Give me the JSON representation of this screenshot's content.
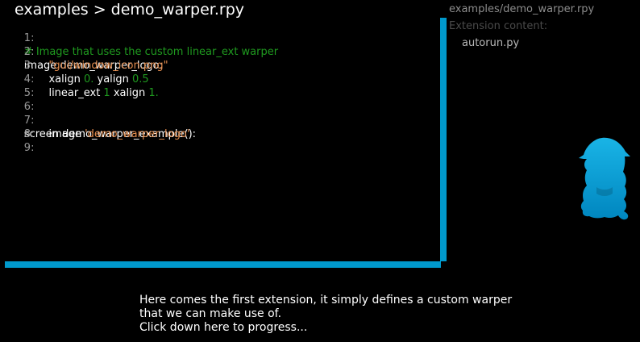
{
  "header": {
    "title": "examples > demo_warper.rpy"
  },
  "colors": {
    "background": "#000000",
    "accent": "#0099cc",
    "comment": "#1f9a1f",
    "string": "#e08a4c",
    "number": "#1f9a1f",
    "text": "#ffffff",
    "line_number": "#9a9a9a"
  },
  "editor": {
    "lines": [
      {
        "num": "1:",
        "indent": false,
        "parts": [
          {
            "kind": "comment",
            "text": "# Image that uses the custom linear_ext warper"
          }
        ]
      },
      {
        "num": "2:",
        "indent": false,
        "parts": [
          {
            "kind": "plain",
            "text": "image demo_warper_logo:"
          }
        ]
      },
      {
        "num": "3:",
        "indent": true,
        "parts": [
          {
            "kind": "string",
            "text": "\"gui/window_icon.png\""
          }
        ]
      },
      {
        "num": "4:",
        "indent": true,
        "parts": [
          {
            "kind": "plain",
            "text": "xalign "
          },
          {
            "kind": "number",
            "text": "0."
          },
          {
            "kind": "plain",
            "text": " yalign "
          },
          {
            "kind": "number",
            "text": "0.5"
          }
        ]
      },
      {
        "num": "5:",
        "indent": true,
        "parts": [
          {
            "kind": "plain",
            "text": "linear_ext "
          },
          {
            "kind": "number",
            "text": "1"
          },
          {
            "kind": "plain",
            "text": " xalign "
          },
          {
            "kind": "number",
            "text": "1."
          }
        ]
      },
      {
        "num": "6:",
        "indent": false,
        "parts": []
      },
      {
        "num": "7:",
        "indent": false,
        "parts": [
          {
            "kind": "plain",
            "text": "screen demo_warper_example():"
          }
        ]
      },
      {
        "num": "8:",
        "indent": true,
        "parts": [
          {
            "kind": "plain",
            "text": "image "
          },
          {
            "kind": "string",
            "text": "'demo_warper_logo'"
          }
        ]
      },
      {
        "num": "9:",
        "indent": false,
        "parts": []
      }
    ]
  },
  "sidebar": {
    "path": "examples/demo_warper.rpy",
    "heading": "Extension content:",
    "files": [
      "autorun.py"
    ]
  },
  "mascot": {
    "icon": "renpy-eileen-silhouette-icon"
  },
  "dialogue": {
    "lines": [
      "Here comes the first extension, it simply defines a custom warper",
      "that we can make use of.",
      "Click down here to progress..."
    ]
  }
}
